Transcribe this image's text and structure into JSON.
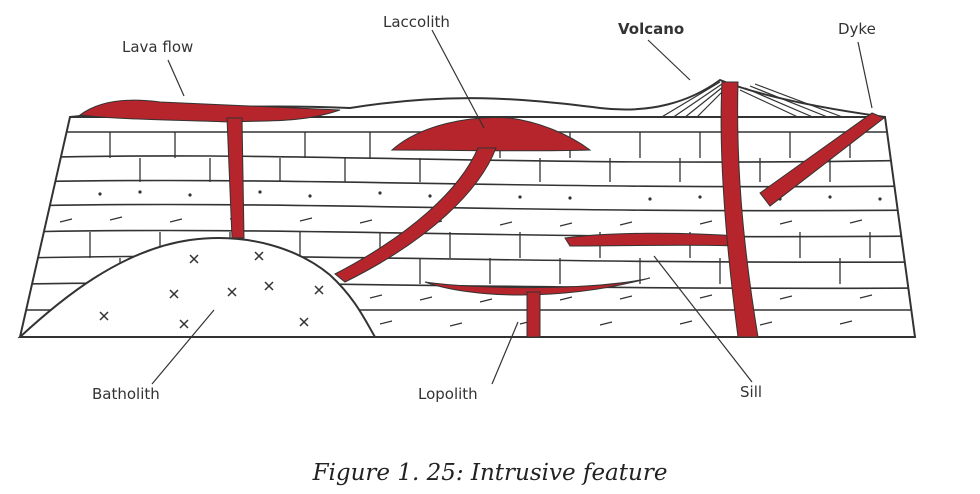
{
  "labels": {
    "lava_flow": "Lava flow",
    "laccolith": "Laccolith",
    "volcano": "Volcano",
    "dyke": "Dyke",
    "batholith": "Batholith",
    "lopolith": "Lopolith",
    "sill": "Sill"
  },
  "caption": "Figure 1. 25: Intrusive feature",
  "colors": {
    "magma": "#b5252b",
    "line": "#333333",
    "background": "#ffffff"
  }
}
